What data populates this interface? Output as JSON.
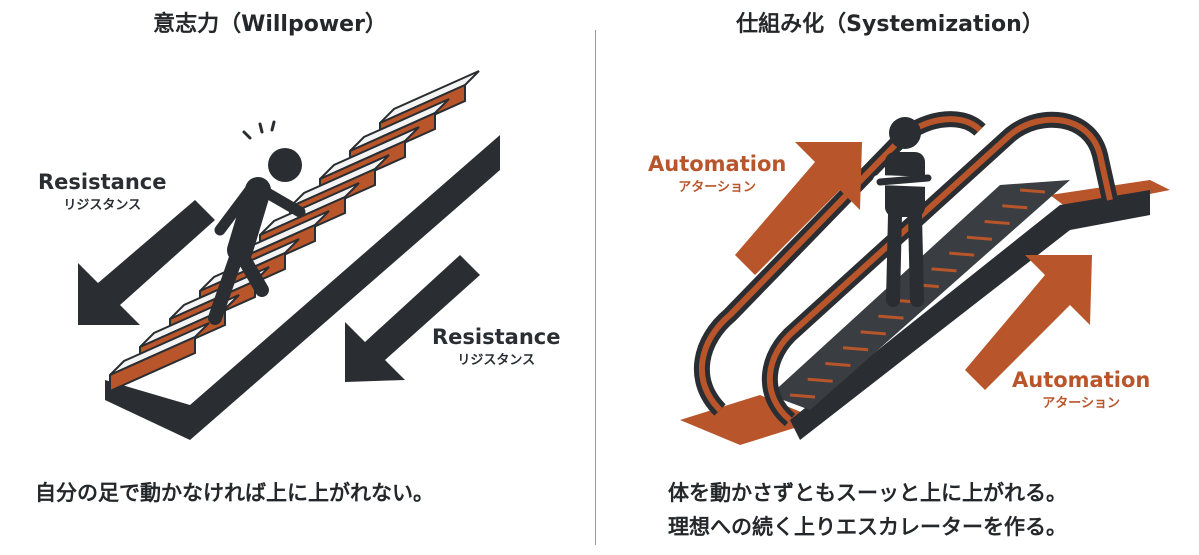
{
  "left": {
    "title": "意志力（Willpower）",
    "labels": [
      {
        "en": "Resistance",
        "ja": "リジスタンス"
      },
      {
        "en": "Resistance",
        "ja": "リジスタンス"
      }
    ],
    "caption": "自分の足で動かなければ上に上がれない。"
  },
  "right": {
    "title": "仕組み化（Systemization）",
    "labels": [
      {
        "en": "Automation",
        "ja": "アターション"
      },
      {
        "en": "Automation",
        "ja": "アターション"
      }
    ],
    "caption_lines": [
      "体を動かさずともスーッと上に上がれる。",
      "理想への続く上りエスカレーターを作る。"
    ]
  },
  "colors": {
    "dark": "#2a2d31",
    "orange": "#b8552b",
    "tread": "#f4f4f4"
  }
}
